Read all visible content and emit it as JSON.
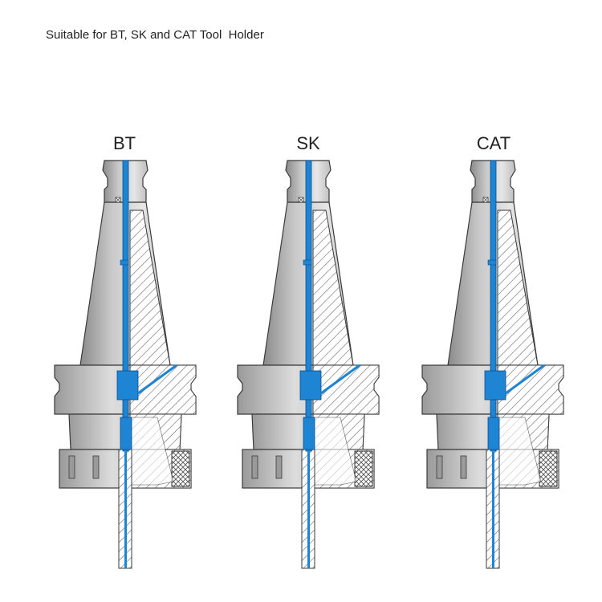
{
  "caption": "Suitable for BT, SK and CAT Tool  Holder",
  "holders": [
    {
      "label": "BT"
    },
    {
      "label": "SK"
    },
    {
      "label": "CAT"
    }
  ],
  "colors": {
    "body_light": "#d4d4d4",
    "body_dark": "#7d7d7d",
    "outline": "#3a3a3a",
    "coolant_blue": "#1e84d4",
    "hatch": "#6a6a6a"
  }
}
